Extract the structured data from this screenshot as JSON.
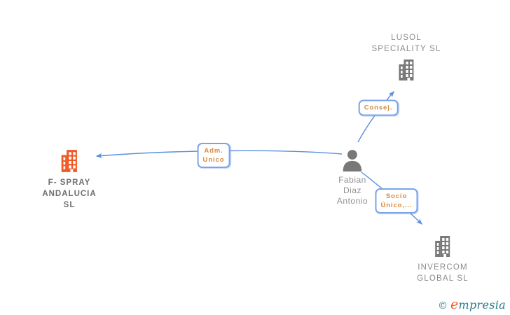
{
  "diagram_type": "corporate-relationship-graph",
  "nodes": {
    "lusol": {
      "type": "company",
      "lines": [
        "LUSOL",
        "SPECIALITY SL"
      ]
    },
    "fspray": {
      "type": "company",
      "highlighted": true,
      "lines": [
        "F- SPRAY",
        "ANDALUCIA",
        "SL"
      ]
    },
    "invercom": {
      "type": "company",
      "lines": [
        "INVERCOM",
        "GLOBAL SL"
      ]
    },
    "person": {
      "type": "person",
      "lines": [
        "Fabian",
        "Diaz",
        "Antonio"
      ]
    }
  },
  "edges": {
    "consej": {
      "label": "Consej.",
      "from": "person",
      "to": "lusol"
    },
    "adm": {
      "lines": [
        "Adm.",
        "Unico"
      ],
      "from": "person",
      "to": "fspray"
    },
    "socio": {
      "lines": [
        "Socio",
        "Único,..."
      ],
      "from": "person",
      "to": "invercom"
    }
  },
  "colors": {
    "arrow_blue": "#5D8FDD",
    "label_border_blue": "#7BA3EA",
    "label_text_orange": "#D8893C",
    "company_text_gray": "#8C8C8C",
    "highlight_company_text": "#6F6F6F",
    "icon_gray": "#787878",
    "icon_highlight_orange": "#F15A24",
    "logo_teal": "#277A8C",
    "logo_orange": "#F15A24"
  },
  "watermark": {
    "copyright": "©",
    "brand_first": "e",
    "brand_rest": "mpresia"
  }
}
